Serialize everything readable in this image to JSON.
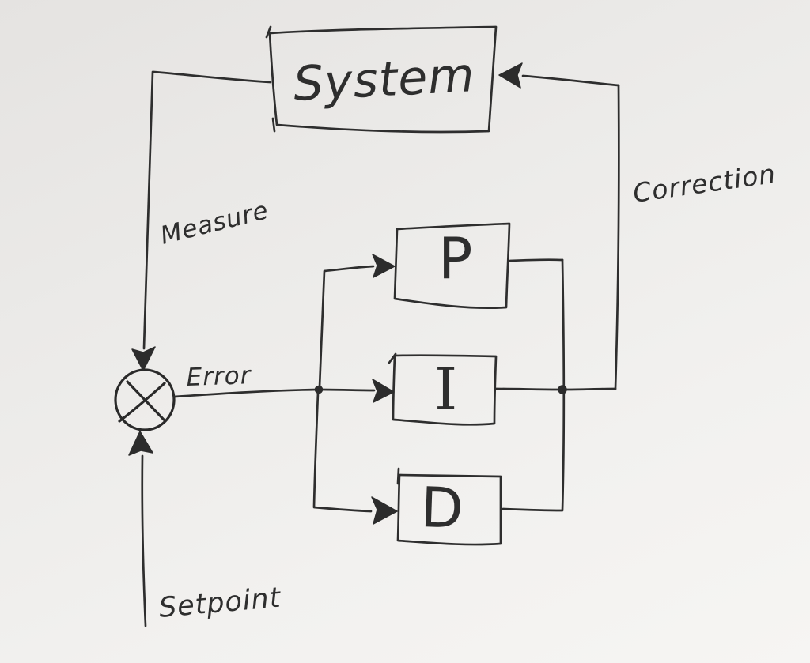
{
  "diagram": {
    "nodes": {
      "system": {
        "label": "System"
      },
      "p": {
        "label": "P"
      },
      "i": {
        "label": "I"
      },
      "d": {
        "label": "D"
      },
      "summing_junction": {
        "symbol": "×"
      }
    },
    "flow_labels": {
      "measure": "Measure",
      "error": "Error",
      "setpoint": "Setpoint",
      "correction": "Correction"
    },
    "edges": [
      {
        "from": "system",
        "to": "summing_junction",
        "label": "Measure"
      },
      {
        "from": "setpoint_input",
        "to": "summing_junction",
        "label": "Setpoint"
      },
      {
        "from": "summing_junction",
        "to": "p",
        "label": "Error"
      },
      {
        "from": "summing_junction",
        "to": "i",
        "label": "Error"
      },
      {
        "from": "summing_junction",
        "to": "d",
        "label": "Error"
      },
      {
        "from": "p_i_d_outputs",
        "to": "system",
        "label": "Correction"
      }
    ],
    "colors": {
      "ink": "#2e2e2e",
      "paper": "#eceae8"
    }
  }
}
